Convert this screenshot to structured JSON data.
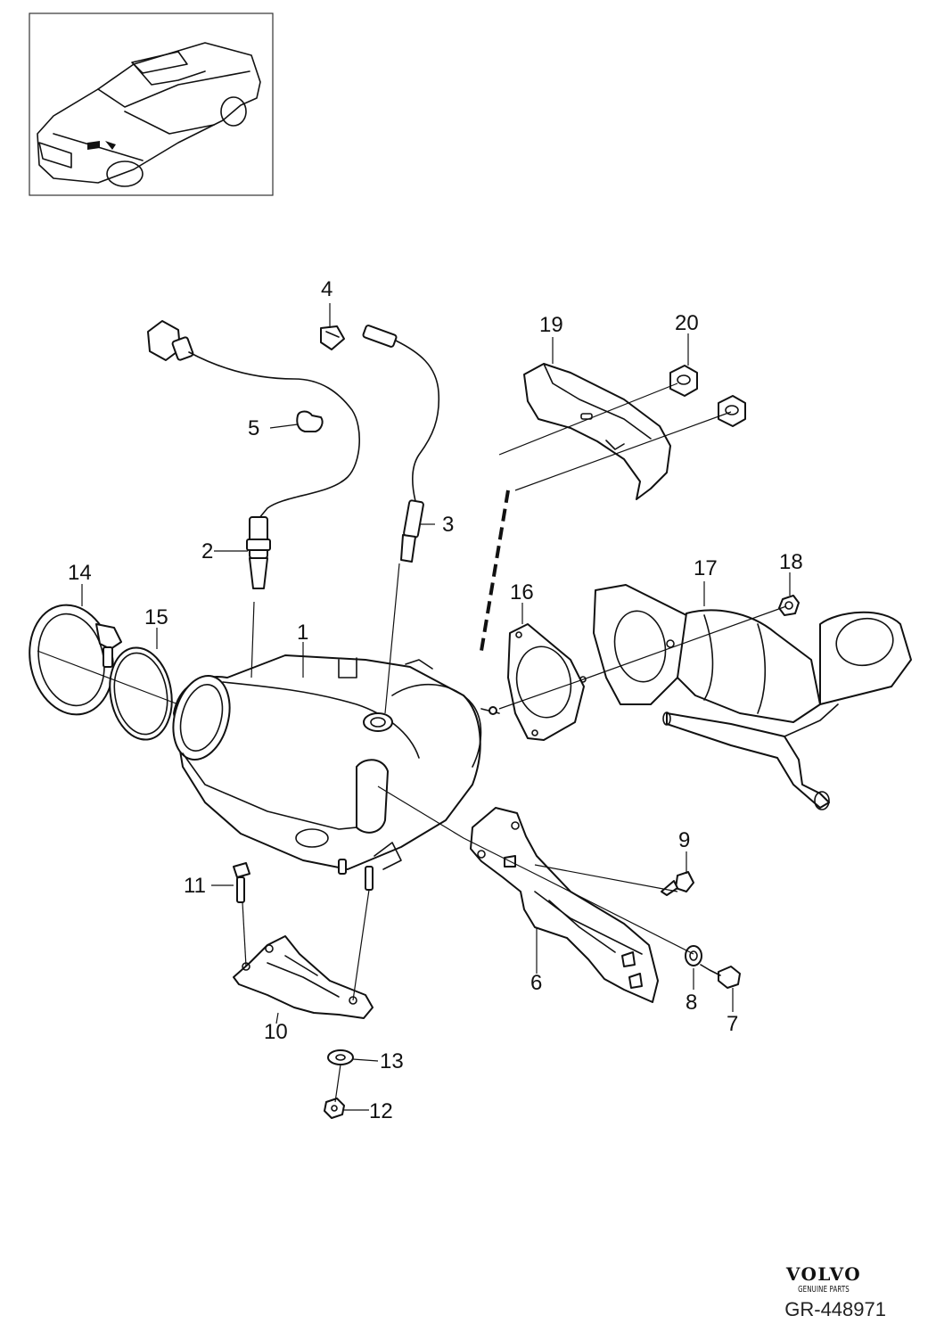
{
  "callouts": [
    {
      "id": "c1",
      "label": "1"
    },
    {
      "id": "c2",
      "label": "2"
    },
    {
      "id": "c3",
      "label": "3"
    },
    {
      "id": "c4",
      "label": "4"
    },
    {
      "id": "c5",
      "label": "5"
    },
    {
      "id": "c6",
      "label": "6"
    },
    {
      "id": "c7",
      "label": "7"
    },
    {
      "id": "c8",
      "label": "8"
    },
    {
      "id": "c9",
      "label": "9"
    },
    {
      "id": "c10",
      "label": "10"
    },
    {
      "id": "c11",
      "label": "11"
    },
    {
      "id": "c12",
      "label": "12"
    },
    {
      "id": "c13",
      "label": "13"
    },
    {
      "id": "c14",
      "label": "14"
    },
    {
      "id": "c15",
      "label": "15"
    },
    {
      "id": "c16",
      "label": "16"
    },
    {
      "id": "c17",
      "label": "17"
    },
    {
      "id": "c18",
      "label": "18"
    },
    {
      "id": "c19",
      "label": "19"
    },
    {
      "id": "c20",
      "label": "20"
    }
  ],
  "brand": {
    "name": "VOLVO",
    "subtitle": "GENUINE PARTS"
  },
  "reference": "GR-448971"
}
